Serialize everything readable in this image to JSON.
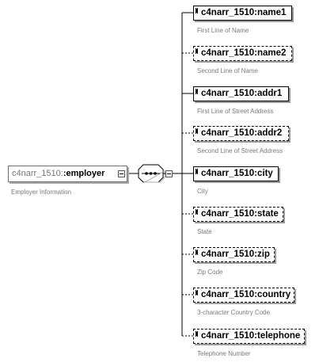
{
  "root": {
    "namespace": "c4narr_1510:",
    "name": ":employer",
    "description": "Employer Information"
  },
  "compositor": {
    "kind": "sequence"
  },
  "children": [
    {
      "prefix": "c4narr_1510:",
      "local": "name1",
      "description": "First Line of Name",
      "required": true
    },
    {
      "prefix": "c4narr_1510:",
      "local": "name2",
      "description": "Second Line of Name",
      "required": false
    },
    {
      "prefix": "c4narr_1510:",
      "local": "addr1",
      "description": "First Line of Street Address",
      "required": true
    },
    {
      "prefix": "c4narr_1510:",
      "local": "addr2",
      "description": "Second Line of Street Address",
      "required": false
    },
    {
      "prefix": "c4narr_1510:",
      "local": "city",
      "description": "City",
      "required": true
    },
    {
      "prefix": "c4narr_1510:",
      "local": "state",
      "description": "State",
      "required": false
    },
    {
      "prefix": "c4narr_1510:",
      "local": "zip",
      "description": "Zip Code",
      "required": false
    },
    {
      "prefix": "c4narr_1510:",
      "local": "country",
      "description": "3-character Country Code",
      "required": false
    },
    {
      "prefix": "c4narr_1510:",
      "local": "telephone",
      "description": "Telephone Number",
      "required": false
    }
  ]
}
